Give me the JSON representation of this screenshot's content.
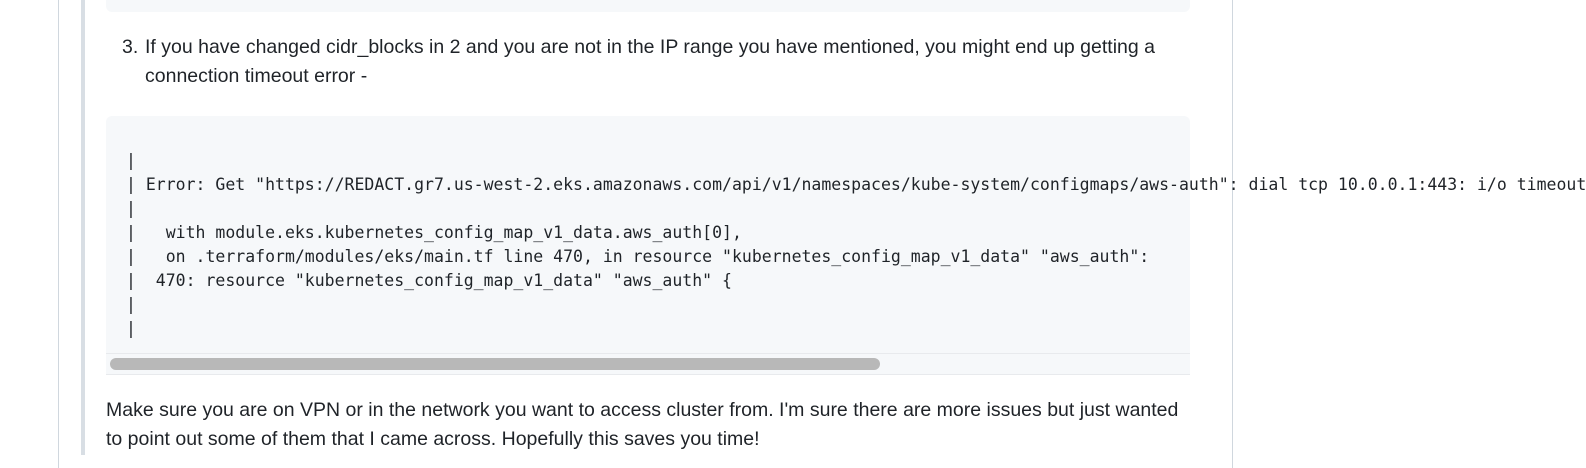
{
  "list_item": {
    "number": "3.",
    "text": "If you have changed cidr_blocks in 2 and you are not in the IP range you have mentioned, you might end up getting a connection timeout error -"
  },
  "code_block": {
    "lines": [
      "|",
      "| Error: Get \"https://REDACT.gr7.us-west-2.eks.amazonaws.com/api/v1/namespaces/kube-system/configmaps/aws-auth\": dial tcp 10.0.0.1:443: i/o timeout",
      "|",
      "|   with module.eks.kubernetes_config_map_v1_data.aws_auth[0],",
      "|   on .terraform/modules/eks/main.tf line 470, in resource \"kubernetes_config_map_v1_data\" \"aws_auth\":",
      "|  470: resource \"kubernetes_config_map_v1_data\" \"aws_auth\" {",
      "|",
      "|"
    ],
    "scroll_fraction": 0.71
  },
  "footer": {
    "text": "Make sure you are on VPN or in the network you want to access cluster from. I'm sure there are more issues but just wanted to point out some of them that I came across. Hopefully this saves you time!"
  }
}
